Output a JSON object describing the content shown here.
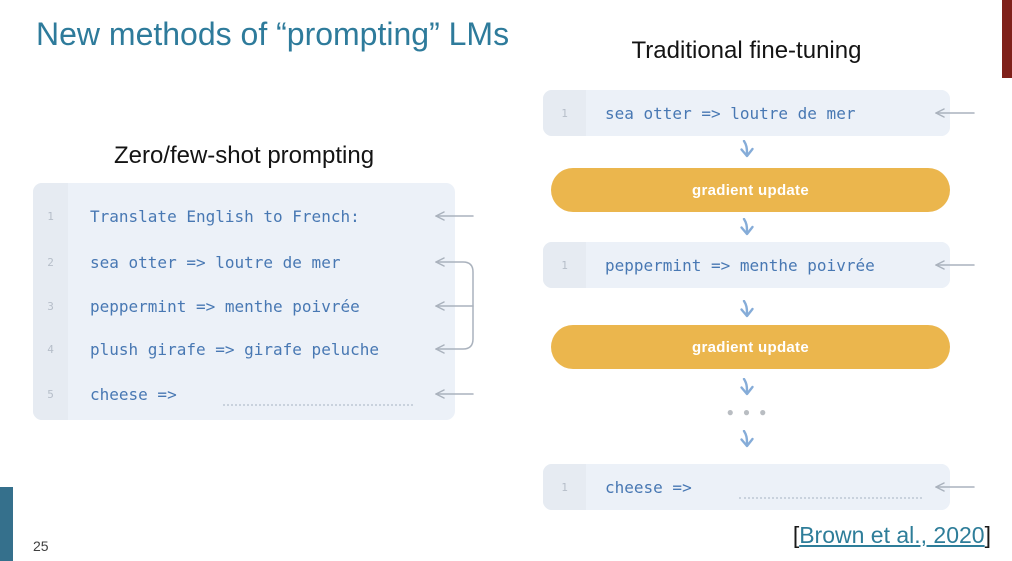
{
  "slide": {
    "title": "New methods of “prompting” LMs",
    "page_number": "25"
  },
  "zero_few_shot": {
    "heading": "Zero/few-shot prompting",
    "rows": [
      {
        "num": "1",
        "text": "Translate English to French:"
      },
      {
        "num": "2",
        "text": "sea otter => loutre de mer"
      },
      {
        "num": "3",
        "text": "peppermint => menthe poivrée"
      },
      {
        "num": "4",
        "text": "plush girafe => girafe peluche"
      },
      {
        "num": "5",
        "text": "cheese =>"
      }
    ]
  },
  "fine_tuning": {
    "heading": "Traditional fine-tuning",
    "block1": {
      "num": "1",
      "text": "sea otter => loutre de mer"
    },
    "pill1": {
      "label": "gradient update"
    },
    "block2": {
      "num": "1",
      "text": "peppermint => menthe poivrée"
    },
    "pill2": {
      "label": "gradient update"
    },
    "ellipsis": "●●●",
    "block3": {
      "num": "1",
      "text": "cheese =>"
    }
  },
  "citation": {
    "open_bracket": "[",
    "link_text": "Brown et al., 2020",
    "close_bracket": "]"
  },
  "colors": {
    "title_teal": "#2e7b9b",
    "code_blue": "#4878b3",
    "pill_yellow": "#ebb64d",
    "red_bar": "#7f211a",
    "teal_bar": "#35708c"
  }
}
